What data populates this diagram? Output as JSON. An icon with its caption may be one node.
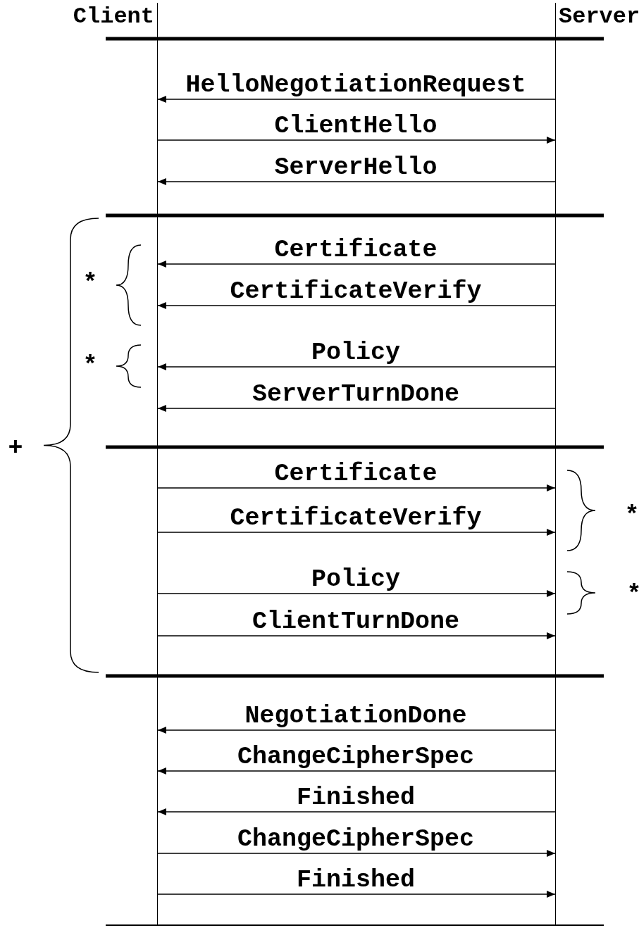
{
  "diagram": {
    "nodes": [
      {
        "text": [
          "Client"
        ]
      },
      {
        "text": [
          "Server"
        ]
      }
    ],
    "edges": [
      {
        "from": 1,
        "to": 0,
        "arrow": "to",
        "label": "HelloNegotiationRequest"
      },
      {
        "from": 0,
        "to": 1,
        "arrow": "to",
        "label": "ClientHello"
      },
      {
        "from": 1,
        "to": 0,
        "arrow": "to",
        "label": "ServerHello"
      },
      {
        "from": 1,
        "to": 0,
        "arrow": "to",
        "label": "Certificate"
      },
      {
        "from": 1,
        "to": 0,
        "arrow": "to",
        "label": "CertificateVerify"
      },
      {
        "from": 1,
        "to": 0,
        "arrow": "to",
        "label": "Policy"
      },
      {
        "from": 1,
        "to": 0,
        "arrow": "to",
        "label": "ServerTurnDone"
      },
      {
        "from": 0,
        "to": 1,
        "arrow": "to",
        "label": "Certificate"
      },
      {
        "from": 0,
        "to": 1,
        "arrow": "to",
        "label": "CertificateVerify"
      },
      {
        "from": 0,
        "to": 1,
        "arrow": "to",
        "label": "Policy"
      },
      {
        "from": 0,
        "to": 1,
        "arrow": "to",
        "label": "ClientTurnDone"
      },
      {
        "from": 1,
        "to": 0,
        "arrow": "to",
        "label": "NegotiationDone"
      },
      {
        "from": 1,
        "to": 0,
        "arrow": "to",
        "label": "ChangeCipherSpec"
      },
      {
        "from": 1,
        "to": 0,
        "arrow": "to",
        "label": "Finished"
      },
      {
        "from": 0,
        "to": 1,
        "arrow": "to",
        "label": "ChangeCipherSpec"
      },
      {
        "from": 0,
        "to": 1,
        "arrow": "to",
        "label": "Finished"
      }
    ],
    "labels": [
      "*",
      "*",
      "+",
      "*",
      "*"
    ]
  }
}
